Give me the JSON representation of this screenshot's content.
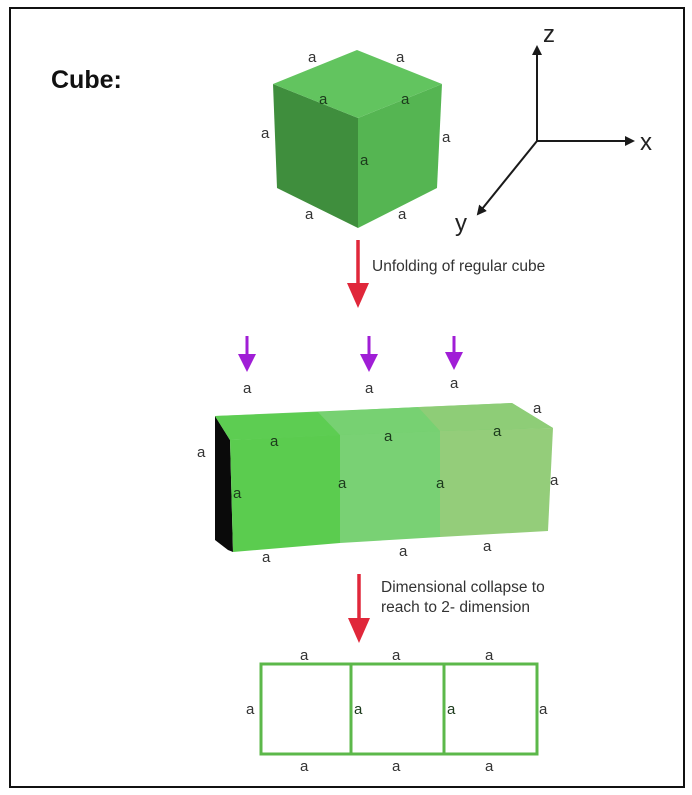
{
  "title": "Cube:",
  "edge_label": "a",
  "axes": {
    "z": "z",
    "x": "x",
    "y": "y"
  },
  "steps": [
    {
      "caption_lines": [
        "Unfolding of regular cube"
      ]
    },
    {
      "caption_lines": [
        "Dimensional collapse to",
        "reach to 2- dimension"
      ]
    }
  ],
  "colors": {
    "cube_top": "#62c45f",
    "cube_left": "#3f8e3d",
    "cube_right": "#55b552",
    "prism_face_1": "#5bcc4f",
    "prism_face_2": "#79d174",
    "prism_face_3": "#94cd7a",
    "prism_top": "#6fcf68",
    "prism_end": "#0a0a0a",
    "arrow_red": "#e0273a",
    "arrow_purple": "#a01ed6",
    "net_stroke": "#5cb84a",
    "axis": "#1a1a1a"
  }
}
